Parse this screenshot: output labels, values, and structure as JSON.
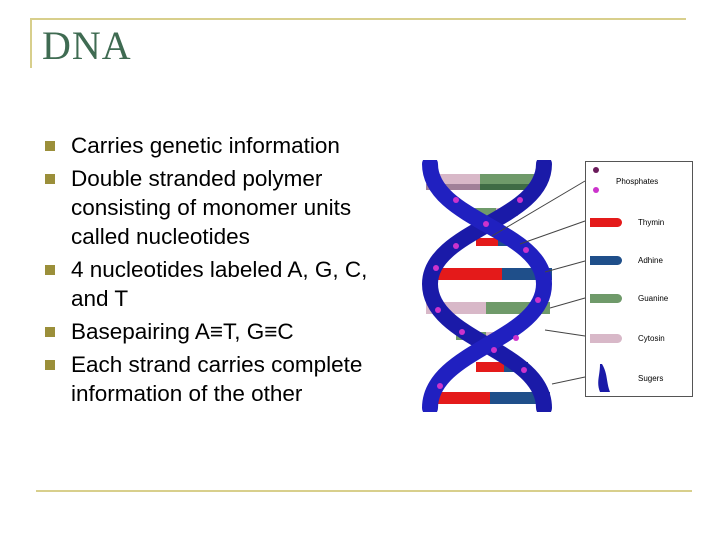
{
  "slide": {
    "title": "DNA",
    "bullets": [
      "Carries genetic information",
      "Double stranded polymer consisting of monomer units called nucleotides",
      "4 nucleotides labeled A, G, C, and T",
      "Basepairing A≡T, G≡C",
      "Each strand carries complete information of the other"
    ]
  },
  "legend": {
    "items": [
      {
        "label": "Phosphates",
        "icon": "phosphate-dots-icon"
      },
      {
        "label": "Thymin",
        "icon": "thymin-bar-icon"
      },
      {
        "label": "Adhine",
        "icon": "adhine-bar-icon"
      },
      {
        "label": "Guanine",
        "icon": "guanine-bar-icon"
      },
      {
        "label": "Cytosin",
        "icon": "cytosin-bar-icon"
      },
      {
        "label": "Sugers",
        "icon": "sugar-strand-icon"
      }
    ]
  },
  "colors": {
    "title": "#3f6b52",
    "accent_rule": "#d8cf8c",
    "bullet": "#9b8f3a",
    "phosphate": "#cc33cc",
    "thymin": "#e41a1a",
    "adhine": "#1f4f8a",
    "guanine": "#6f9a6a",
    "cytosin": "#d8b8c8",
    "sugar": "#1a1aa8"
  }
}
